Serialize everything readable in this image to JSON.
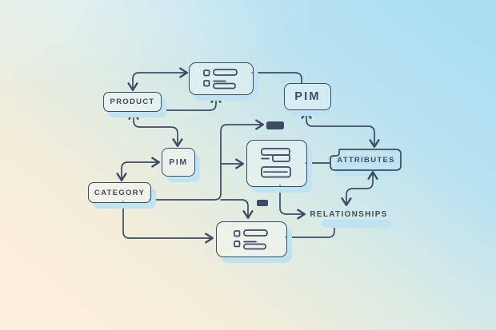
{
  "colors": {
    "stroke": "#3d4c66",
    "shadow": "#bfe3f2",
    "box_fill": "rgba(255,255,255,0.3)",
    "badge_fill": "#3d4c66",
    "background_top_right": "#a7ddf2",
    "background_bottom_left": "#fdf0dc"
  },
  "nodes": {
    "product": {
      "label": "PRODUCT"
    },
    "pim_top": {
      "label": "PIM"
    },
    "pim_mid": {
      "label": "PIM"
    },
    "category": {
      "label": "CATEGORY"
    },
    "attributes": {
      "label": "ATTRIBUTES"
    },
    "relationships": {
      "label": "RELATIONSHIPS"
    }
  },
  "icons": {
    "top_card": "checklist-icon",
    "center_card": "document-text-icon",
    "bottom_card": "checklist-icon",
    "badge_top": "solid-bar-icon",
    "badge_bottom": "solid-bar-icon"
  }
}
